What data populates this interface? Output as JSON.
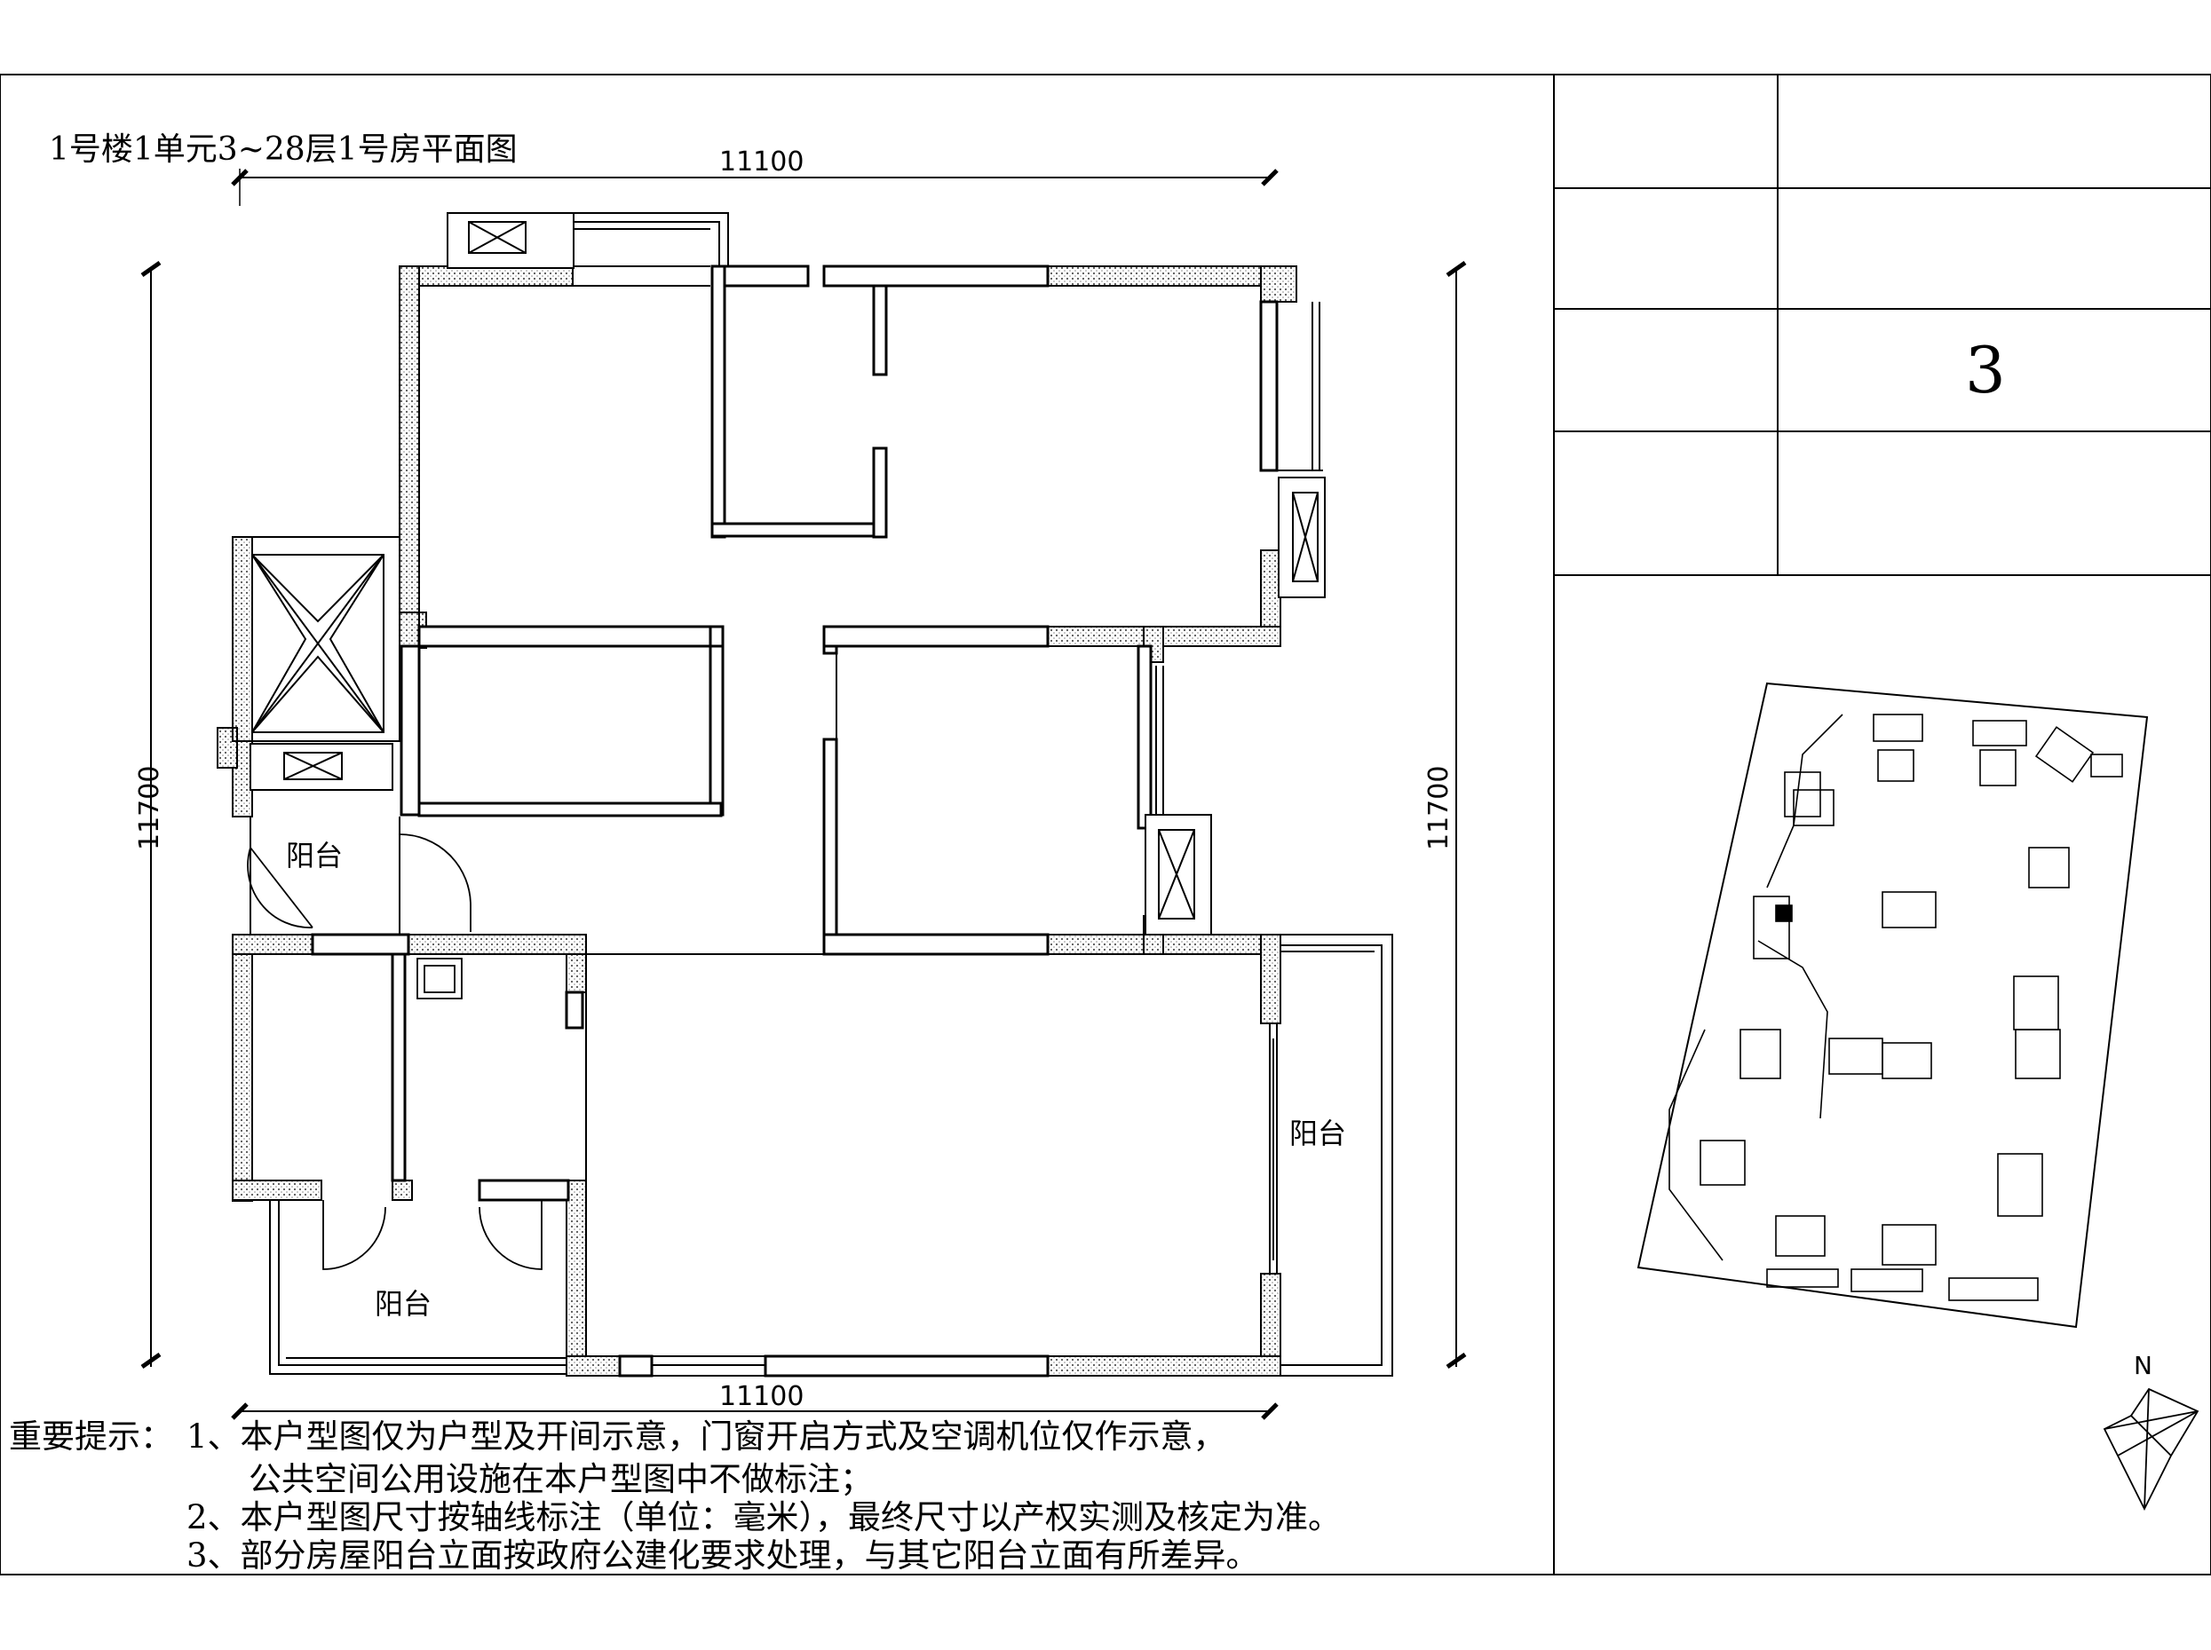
{
  "plan_title": "1号楼1单元3~28层1号房平面图",
  "dimensions": {
    "top": "11100",
    "bottom": "11100",
    "left": "11700",
    "right": "11700"
  },
  "rooms": {
    "balcony_left": "阳台",
    "balcony_right": "阳台",
    "balcony_bottom": "阳台"
  },
  "title_block": {
    "rows": [
      "",
      "",
      "3",
      ""
    ]
  },
  "compass": {
    "north_label": "N"
  },
  "notes": {
    "heading": "重要提示：",
    "line1": "1、本户型图仅为户型及开间示意，门窗开启方式及空调机位仅作示意，",
    "line1b": "公共空间公用设施在本户型图中不做标注；",
    "line2": "2、本户型图尺寸按轴线标注（单位：毫米），最终尺寸以产权实测及核定为准。",
    "line3": "3、部分房屋阳台立面按政府公建化要求处理，与其它阳台立面有所差异。"
  }
}
